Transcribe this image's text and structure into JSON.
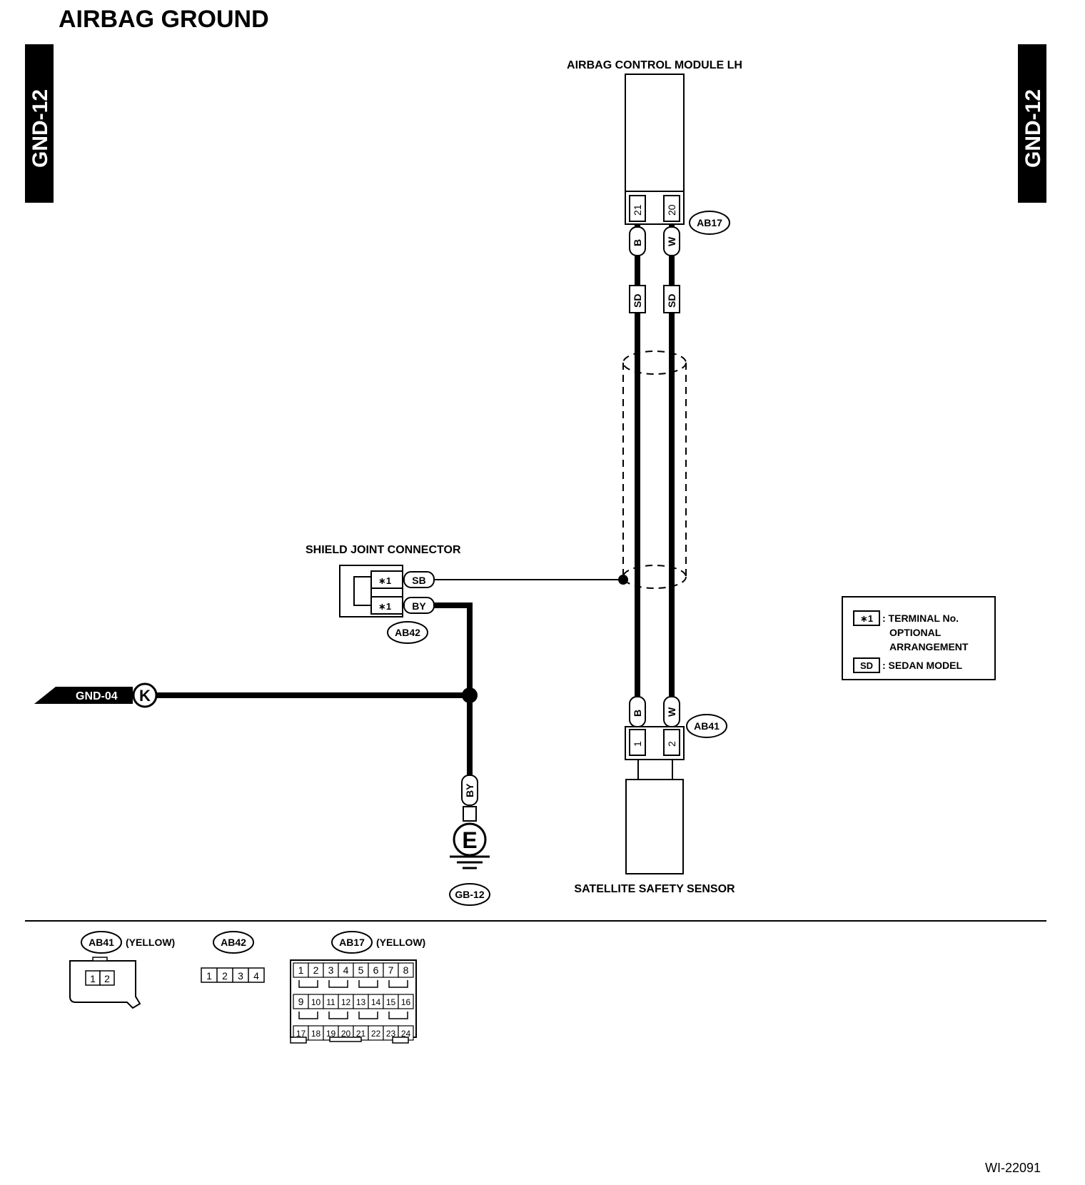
{
  "title": "AIRBAG GROUND",
  "side_tab": "GND-12",
  "components": {
    "control_module": "AIRBAG CONTROL MODULE LH",
    "sensor": "SATELLITE SAFETY SENSOR",
    "shield_joint": "SHIELD JOINT CONNECTOR"
  },
  "connectors": {
    "ab17": "AB17",
    "ab41": "AB41",
    "ab42": "AB42",
    "gb12": "GB-12"
  },
  "terminals": {
    "ab17_left": "21",
    "ab17_right": "20",
    "ab41_left": "1",
    "ab41_right": "2",
    "star1": "∗1"
  },
  "wires": {
    "b": "B",
    "w": "W",
    "sd": "SD",
    "sb": "SB",
    "by": "BY"
  },
  "off_page": {
    "label": "GND-04",
    "letter": "K"
  },
  "ground": {
    "letter": "E"
  },
  "legend": {
    "star_key": "∗1",
    "star_line1": ": TERMINAL No.",
    "star_line2": "OPTIONAL",
    "star_line3": "ARRANGEMENT",
    "sd_key": "SD",
    "sd_text": ": SEDAN MODEL"
  },
  "connector_views": {
    "ab41_label": "AB41",
    "ab41_color": "(YELLOW)",
    "ab41_pins": [
      "1",
      "2"
    ],
    "ab42_label": "AB42",
    "ab42_pins": [
      "1",
      "2",
      "3",
      "4"
    ],
    "ab17_label": "AB17",
    "ab17_color": "(YELLOW)",
    "ab17_row1": [
      "1",
      "2",
      "3",
      "4",
      "5",
      "6",
      "7",
      "8"
    ],
    "ab17_row2": [
      "9",
      "10",
      "11",
      "12",
      "13",
      "14",
      "15",
      "16"
    ],
    "ab17_row3": [
      "17",
      "18",
      "19",
      "20",
      "21",
      "22",
      "23",
      "24"
    ]
  },
  "figure_id": "WI-22091"
}
